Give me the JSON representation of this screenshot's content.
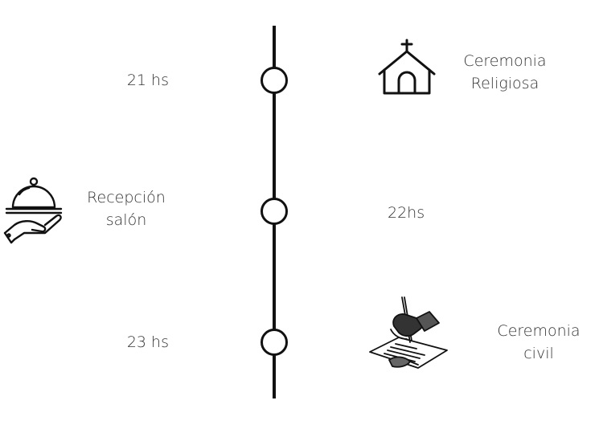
{
  "timeline": {
    "events": [
      {
        "time": "21 hs",
        "title_line1": "Ceremonia",
        "title_line2": "Religiosa",
        "icon": "church-icon"
      },
      {
        "time": "22hs",
        "title_line1": "Recepción",
        "title_line2": "salón",
        "icon": "serving-cloche-hand-icon"
      },
      {
        "time": "23 hs",
        "title_line1": "Ceremonia",
        "title_line2": "civil",
        "icon": "signing-document-icon"
      }
    ]
  },
  "colors": {
    "line": "#111111",
    "text": "#333333",
    "background": "#ffffff"
  }
}
